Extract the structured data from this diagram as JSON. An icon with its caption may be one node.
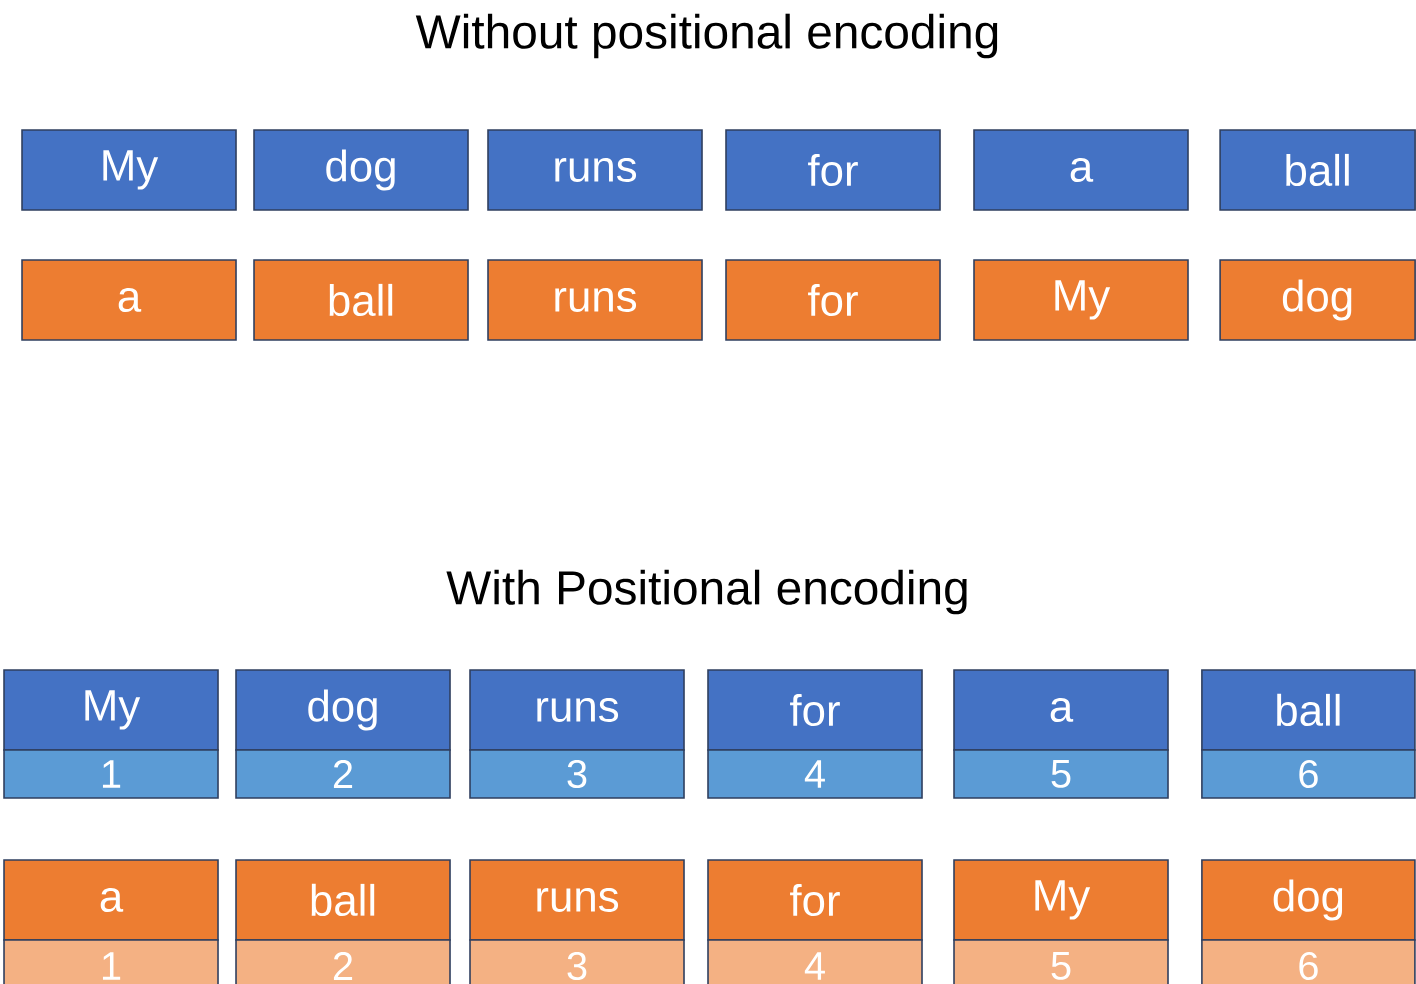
{
  "diagram": {
    "nodes": [
      {
        "text": [
          "My"
        ]
      },
      {
        "text": [
          "dog"
        ]
      },
      {
        "text": [
          "runs"
        ]
      },
      {
        "text": [
          "for"
        ]
      },
      {
        "text": [
          "a"
        ]
      },
      {
        "text": [
          "ball"
        ]
      },
      {
        "text": [
          "a"
        ]
      },
      {
        "text": [
          "ball"
        ]
      },
      {
        "text": [
          "runs"
        ]
      },
      {
        "text": [
          "for"
        ]
      },
      {
        "text": [
          "My"
        ]
      },
      {
        "text": [
          "dog"
        ]
      },
      {
        "text": [
          "My"
        ]
      },
      {
        "text": [
          "dog"
        ]
      },
      {
        "text": [
          "runs"
        ]
      },
      {
        "text": [
          "for"
        ]
      },
      {
        "text": [
          "a"
        ]
      },
      {
        "text": [
          "ball"
        ]
      },
      {
        "text": [
          "1"
        ]
      },
      {
        "text": [
          "2"
        ]
      },
      {
        "text": [
          "3"
        ]
      },
      {
        "text": [
          "4"
        ]
      },
      {
        "text": [
          "5"
        ]
      },
      {
        "text": [
          "6"
        ]
      },
      {
        "text": [
          "a"
        ]
      },
      {
        "text": [
          "ball"
        ]
      },
      {
        "text": [
          "runs"
        ]
      },
      {
        "text": [
          "for"
        ]
      },
      {
        "text": [
          "My"
        ]
      },
      {
        "text": [
          "dog"
        ]
      },
      {
        "text": [
          "1"
        ]
      },
      {
        "text": [
          "2"
        ]
      },
      {
        "text": [
          "3"
        ]
      },
      {
        "text": [
          "4"
        ]
      },
      {
        "text": [
          "5"
        ]
      },
      {
        "text": [
          "6"
        ]
      }
    ],
    "labels": [
      "Without positional encoding",
      "With Positional encoding"
    ]
  }
}
